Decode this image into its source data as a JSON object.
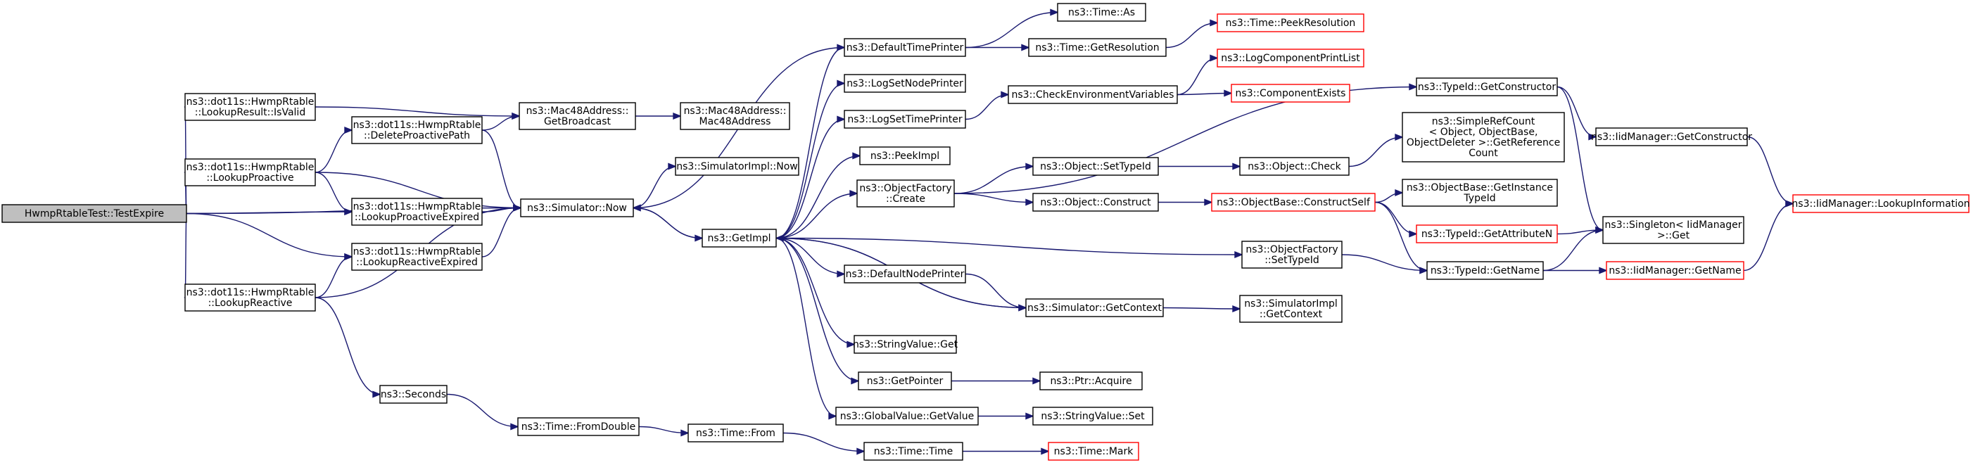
{
  "diagram": {
    "nodes": [
      {
        "id": "root",
        "lines": [
          "HwmpRtableTest::TestExpire"
        ],
        "style": "root"
      },
      {
        "id": "isvalid",
        "lines": [
          "ns3::dot11s::HwmpRtable",
          "::LookupResult::IsValid"
        ],
        "style": "normal"
      },
      {
        "id": "lookupproactive",
        "lines": [
          "ns3::dot11s::HwmpRtable",
          "::LookupProactive"
        ],
        "style": "normal"
      },
      {
        "id": "lookupreactive",
        "lines": [
          "ns3::dot11s::HwmpRtable",
          "::LookupReactive"
        ],
        "style": "normal"
      },
      {
        "id": "deleteproactive",
        "lines": [
          "ns3::dot11s::HwmpRtable",
          "::DeleteProactivePath"
        ],
        "style": "normal"
      },
      {
        "id": "proactiveexpired",
        "lines": [
          "ns3::dot11s::HwmpRtable",
          "::LookupProactiveExpired"
        ],
        "style": "normal"
      },
      {
        "id": "reactiveexpired",
        "lines": [
          "ns3::dot11s::HwmpRtable",
          "::LookupReactiveExpired"
        ],
        "style": "normal"
      },
      {
        "id": "seconds",
        "lines": [
          "ns3::Seconds"
        ],
        "style": "normal"
      },
      {
        "id": "getbroadcast",
        "lines": [
          "ns3::Mac48Address::",
          "GetBroadcast"
        ],
        "style": "normal"
      },
      {
        "id": "mac48ctor",
        "lines": [
          "ns3::Mac48Address::",
          "Mac48Address"
        ],
        "style": "normal"
      },
      {
        "id": "simnow",
        "lines": [
          "ns3::Simulator::Now"
        ],
        "style": "normal"
      },
      {
        "id": "simimplnow",
        "lines": [
          "ns3::SimulatorImpl::Now"
        ],
        "style": "normal"
      },
      {
        "id": "getimpl",
        "lines": [
          "ns3::GetImpl"
        ],
        "style": "normal"
      },
      {
        "id": "fromdouble",
        "lines": [
          "ns3::Time::FromDouble"
        ],
        "style": "normal"
      },
      {
        "id": "timefrom",
        "lines": [
          "ns3::Time::From"
        ],
        "style": "normal"
      },
      {
        "id": "timetime",
        "lines": [
          "ns3::Time::Time"
        ],
        "style": "normal"
      },
      {
        "id": "timemark",
        "lines": [
          "ns3::Time::Mark"
        ],
        "style": "red"
      },
      {
        "id": "deftimeprinter",
        "lines": [
          "ns3::DefaultTimePrinter"
        ],
        "style": "normal"
      },
      {
        "id": "logsetnode",
        "lines": [
          "ns3::LogSetNodePrinter"
        ],
        "style": "normal"
      },
      {
        "id": "logsettime",
        "lines": [
          "ns3::LogSetTimePrinter"
        ],
        "style": "normal"
      },
      {
        "id": "peekimpl",
        "lines": [
          "ns3::PeekImpl"
        ],
        "style": "normal"
      },
      {
        "id": "objfactcreate",
        "lines": [
          "ns3::ObjectFactory",
          "::Create"
        ],
        "style": "normal"
      },
      {
        "id": "defnodeprinter",
        "lines": [
          "ns3::DefaultNodePrinter"
        ],
        "style": "normal"
      },
      {
        "id": "simgetcontext",
        "lines": [
          "ns3::Simulator::GetContext"
        ],
        "style": "normal"
      },
      {
        "id": "strvalget",
        "lines": [
          "ns3::StringValue::Get"
        ],
        "style": "normal"
      },
      {
        "id": "getpointer",
        "lines": [
          "ns3::GetPointer"
        ],
        "style": "normal"
      },
      {
        "id": "globalgetvalue",
        "lines": [
          "ns3::GlobalValue::GetValue"
        ],
        "style": "normal"
      },
      {
        "id": "timeas",
        "lines": [
          "ns3::Time::As"
        ],
        "style": "normal"
      },
      {
        "id": "timegetres",
        "lines": [
          "ns3::Time::GetResolution"
        ],
        "style": "normal"
      },
      {
        "id": "timepeekres",
        "lines": [
          "ns3::Time::PeekResolution"
        ],
        "style": "red"
      },
      {
        "id": "checkenv",
        "lines": [
          "ns3::CheckEnvironmentVariables"
        ],
        "style": "normal"
      },
      {
        "id": "logcomplist",
        "lines": [
          "ns3::LogComponentPrintList"
        ],
        "style": "red"
      },
      {
        "id": "compexists",
        "lines": [
          "ns3::ComponentExists"
        ],
        "style": "red"
      },
      {
        "id": "objsettypeid",
        "lines": [
          "ns3::Object::SetTypeId"
        ],
        "style": "normal"
      },
      {
        "id": "objconstruct",
        "lines": [
          "ns3::Object::Construct"
        ],
        "style": "normal"
      },
      {
        "id": "objcheck",
        "lines": [
          "ns3::Object::Check"
        ],
        "style": "normal"
      },
      {
        "id": "simplerefcount",
        "lines": [
          "ns3::SimpleRefCount",
          "< Object, ObjectBase,",
          "ObjectDeleter >::GetReference",
          "Count"
        ],
        "style": "normal"
      },
      {
        "id": "constructself",
        "lines": [
          "ns3::ObjectBase::ConstructSelf"
        ],
        "style": "red"
      },
      {
        "id": "getinstancetypeid",
        "lines": [
          "ns3::ObjectBase::GetInstance",
          "TypeId"
        ],
        "style": "normal"
      },
      {
        "id": "getattributen",
        "lines": [
          "ns3::TypeId::GetAttributeN"
        ],
        "style": "red"
      },
      {
        "id": "typeidgetname",
        "lines": [
          "ns3::TypeId::GetName"
        ],
        "style": "normal"
      },
      {
        "id": "objfactsettypeid",
        "lines": [
          "ns3::ObjectFactory",
          "::SetTypeId"
        ],
        "style": "normal"
      },
      {
        "id": "simimplgetctx",
        "lines": [
          "ns3::SimulatorImpl",
          "::GetContext"
        ],
        "style": "normal"
      },
      {
        "id": "getpointacquire",
        "lines": [
          "ns3::Ptr::Acquire"
        ],
        "style": "normal"
      },
      {
        "id": "strvalset",
        "lines": [
          "ns3::StringValue::Set"
        ],
        "style": "normal"
      },
      {
        "id": "typeidgetctor",
        "lines": [
          "ns3::TypeId::GetConstructor"
        ],
        "style": "normal"
      },
      {
        "id": "iidgetctor",
        "lines": [
          "ns3::IidManager::GetConstructor"
        ],
        "style": "normal"
      },
      {
        "id": "singletonget",
        "lines": [
          "ns3::Singleton< IidManager",
          ">::Get"
        ],
        "style": "normal"
      },
      {
        "id": "iidgetname",
        "lines": [
          "ns3::IidManager::GetName"
        ],
        "style": "red"
      },
      {
        "id": "iidlookupinfo",
        "lines": [
          "ns3::IidManager::LookupInformation"
        ],
        "style": "red"
      }
    ],
    "edges": [
      {
        "from": "root",
        "to": "isvalid"
      },
      {
        "from": "root",
        "to": "lookupproactive"
      },
      {
        "from": "root",
        "to": "proactiveexpired"
      },
      {
        "from": "root",
        "to": "simnow"
      },
      {
        "from": "root",
        "to": "reactiveexpired"
      },
      {
        "from": "root",
        "to": "lookupreactive"
      },
      {
        "from": "isvalid",
        "to": "getbroadcast"
      },
      {
        "from": "lookupproactive",
        "to": "deleteproactive"
      },
      {
        "from": "lookupproactive",
        "to": "simnow"
      },
      {
        "from": "lookupproactive",
        "to": "proactiveexpired"
      },
      {
        "from": "lookupreactive",
        "to": "reactiveexpired"
      },
      {
        "from": "lookupreactive",
        "to": "simnow"
      },
      {
        "from": "lookupreactive",
        "to": "seconds"
      },
      {
        "from": "deleteproactive",
        "to": "getbroadcast"
      },
      {
        "from": "deleteproactive",
        "to": "simnow"
      },
      {
        "from": "proactiveexpired",
        "to": "simnow"
      },
      {
        "from": "reactiveexpired",
        "to": "simnow"
      },
      {
        "from": "getbroadcast",
        "to": "mac48ctor"
      },
      {
        "from": "simnow",
        "to": "simimplnow"
      },
      {
        "from": "simnow",
        "to": "getimpl"
      },
      {
        "from": "seconds",
        "to": "fromdouble"
      },
      {
        "from": "fromdouble",
        "to": "timefrom"
      },
      {
        "from": "timefrom",
        "to": "timetime"
      },
      {
        "from": "timetime",
        "to": "timemark"
      },
      {
        "from": "getimpl",
        "to": "deftimeprinter"
      },
      {
        "from": "getimpl",
        "to": "logsetnode"
      },
      {
        "from": "getimpl",
        "to": "logsettime"
      },
      {
        "from": "getimpl",
        "to": "peekimpl"
      },
      {
        "from": "getimpl",
        "to": "objfactcreate"
      },
      {
        "from": "getimpl",
        "to": "objfactsettypeid"
      },
      {
        "from": "getimpl",
        "to": "defnodeprinter"
      },
      {
        "from": "getimpl",
        "to": "simgetcontext"
      },
      {
        "from": "getimpl",
        "to": "strvalget"
      },
      {
        "from": "getimpl",
        "to": "getpointer"
      },
      {
        "from": "getimpl",
        "to": "globalgetvalue"
      },
      {
        "from": "getimpl",
        "to": "simnow"
      },
      {
        "from": "deftimeprinter",
        "to": "timeas"
      },
      {
        "from": "deftimeprinter",
        "to": "timegetres"
      },
      {
        "from": "deftimeprinter",
        "to": "simnow"
      },
      {
        "from": "timegetres",
        "to": "timepeekres"
      },
      {
        "from": "logsettime",
        "to": "checkenv"
      },
      {
        "from": "checkenv",
        "to": "logcomplist"
      },
      {
        "from": "checkenv",
        "to": "compexists"
      },
      {
        "from": "objfactcreate",
        "to": "typeidgetctor"
      },
      {
        "from": "objfactcreate",
        "to": "objsettypeid"
      },
      {
        "from": "objfactcreate",
        "to": "objconstruct"
      },
      {
        "from": "objsettypeid",
        "to": "objcheck"
      },
      {
        "from": "objcheck",
        "to": "simplerefcount"
      },
      {
        "from": "objconstruct",
        "to": "constructself"
      },
      {
        "from": "constructself",
        "to": "getinstancetypeid"
      },
      {
        "from": "constructself",
        "to": "getattributen"
      },
      {
        "from": "constructself",
        "to": "typeidgetname"
      },
      {
        "from": "getattributen",
        "to": "singletonget"
      },
      {
        "from": "typeidgetname",
        "to": "singletonget"
      },
      {
        "from": "typeidgetname",
        "to": "iidgetname"
      },
      {
        "from": "objfactsettypeid",
        "to": "typeidgetname"
      },
      {
        "from": "defnodeprinter",
        "to": "simgetcontext"
      },
      {
        "from": "simgetcontext",
        "to": "simimplgetctx"
      },
      {
        "from": "simgetcontext",
        "to": "getimpl"
      },
      {
        "from": "getpointer",
        "to": "getpointacquire"
      },
      {
        "from": "globalgetvalue",
        "to": "strvalset"
      },
      {
        "from": "typeidgetctor",
        "to": "iidgetctor"
      },
      {
        "from": "typeidgetctor",
        "to": "singletonget"
      },
      {
        "from": "iidgetctor",
        "to": "iidlookupinfo"
      },
      {
        "from": "iidgetname",
        "to": "iidlookupinfo"
      }
    ],
    "colors": {
      "edge": "#191970",
      "node_border": "#000000",
      "missing_border": "#ff0000",
      "root_fill": "#bfbfbf"
    }
  }
}
